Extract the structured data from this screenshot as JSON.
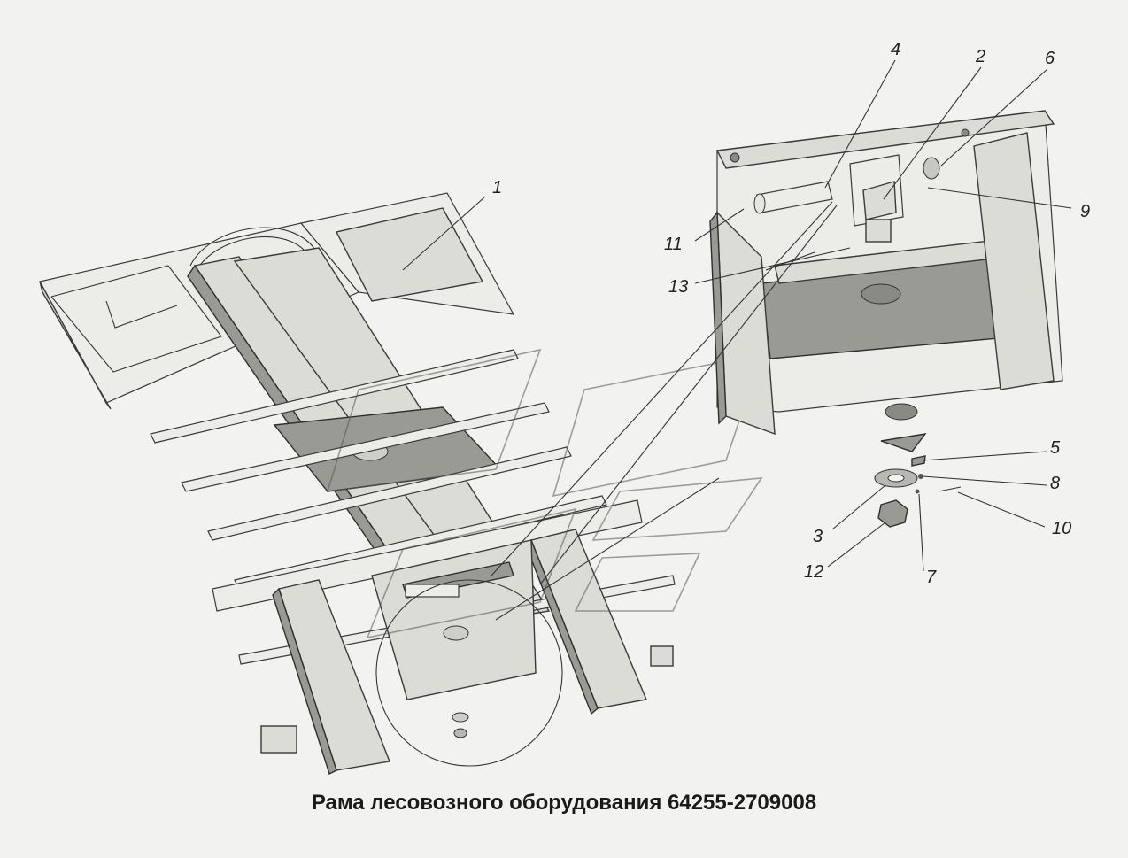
{
  "title": "Рама лесовозного оборудования 64255-2709008",
  "callouts": [
    {
      "id": "callout-1",
      "label": "1"
    },
    {
      "id": "callout-2",
      "label": "2"
    },
    {
      "id": "callout-3",
      "label": "3"
    },
    {
      "id": "callout-4",
      "label": "4"
    },
    {
      "id": "callout-5",
      "label": "5"
    },
    {
      "id": "callout-6",
      "label": "6"
    },
    {
      "id": "callout-7",
      "label": "7"
    },
    {
      "id": "callout-8",
      "label": "8"
    },
    {
      "id": "callout-9",
      "label": "9"
    },
    {
      "id": "callout-10",
      "label": "10"
    },
    {
      "id": "callout-11",
      "label": "11"
    },
    {
      "id": "callout-12",
      "label": "12"
    },
    {
      "id": "callout-13",
      "label": "13"
    }
  ]
}
